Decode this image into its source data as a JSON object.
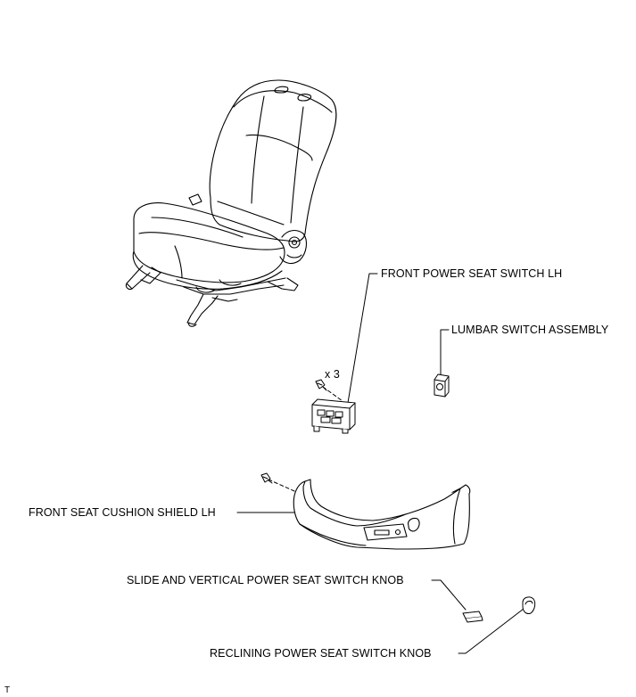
{
  "labels": {
    "front_power_seat_switch": "FRONT POWER SEAT SWITCH LH",
    "lumbar_switch": "LUMBAR SWITCH ASSEMBLY",
    "screw_qty": "x 3",
    "front_seat_cushion_shield": "FRONT SEAT CUSHION SHIELD LH",
    "slide_vertical_knob": "SLIDE AND VERTICAL POWER SEAT SWITCH KNOB",
    "reclining_knob": "RECLINING POWER SEAT SWITCH KNOB",
    "corner_mark": "T"
  }
}
